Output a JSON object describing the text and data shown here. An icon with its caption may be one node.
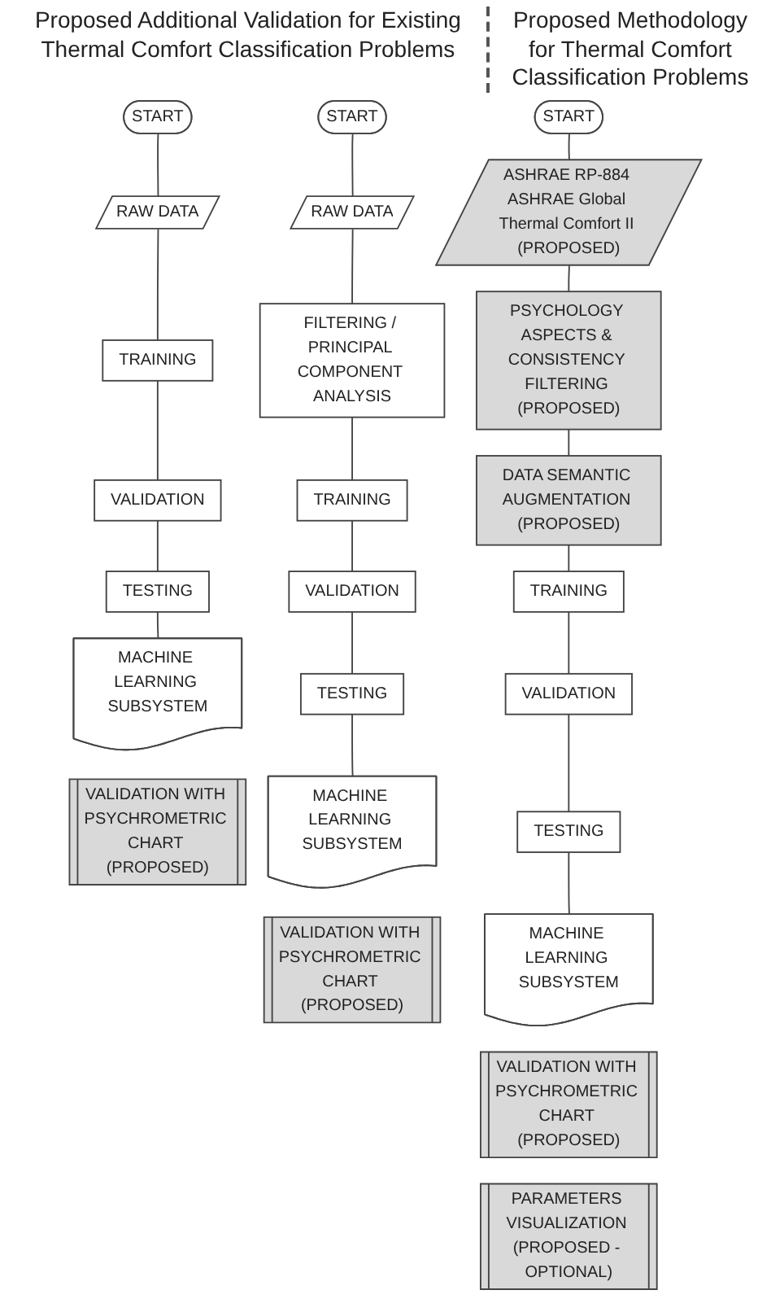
{
  "diagram": {
    "nodes": [
      {
        "text": [
          "START"
        ]
      },
      {
        "text": [
          "RAW DATA"
        ]
      },
      {
        "text": [
          "TRAINING"
        ]
      },
      {
        "text": [
          "VALIDATION"
        ]
      },
      {
        "text": [
          "TESTING"
        ]
      },
      {
        "text": [
          "MACHINE LEARNING SUBSYSTEM"
        ]
      },
      {
        "text": [
          "VALIDATION WITH PSYCHROMETRIC CHART (PROPOSED)"
        ]
      },
      {
        "text": [
          "START"
        ]
      },
      {
        "text": [
          "RAW DATA"
        ]
      },
      {
        "text": [
          "FILTERING / PRINCIPAL COMPONENT ANALYSIS"
        ]
      },
      {
        "text": [
          "TRAINING"
        ]
      },
      {
        "text": [
          "VALIDATION"
        ]
      },
      {
        "text": [
          "TESTING"
        ]
      },
      {
        "text": [
          "MACHINE LEARNING SUBSYSTEM"
        ]
      },
      {
        "text": [
          "VALIDATION WITH PSYCHROMETRIC CHART (PROPOSED)"
        ]
      },
      {
        "text": [
          "START"
        ]
      },
      {
        "text": [
          "ASHRAE RP-884 ASHRAE Global Thermal Comfort II (PROPOSED)"
        ]
      },
      {
        "text": [
          "PSYCHOLOGY ASPECTS & CONSISTENCY FILTERING (PROPOSED)"
        ]
      },
      {
        "text": [
          "DATA SEMANTIC AUGMENTATION (PROPOSED)"
        ]
      },
      {
        "text": [
          "TRAINING"
        ]
      },
      {
        "text": [
          "VALIDATION"
        ]
      },
      {
        "text": [
          "TESTING"
        ]
      },
      {
        "text": [
          "MACHINE LEARNING SUBSYSTEM"
        ]
      },
      {
        "text": [
          "VALIDATION WITH PSYCHROMETRIC CHART (PROPOSED)"
        ]
      },
      {
        "text": [
          "PARAMETERS VISUALIZATION (PROPOSED - OPTIONAL)"
        ]
      }
    ],
    "edges": [
      {
        "from": 0,
        "to": 1,
        "arrow": "none"
      },
      {
        "from": 1,
        "to": 2,
        "arrow": "none"
      },
      {
        "from": 2,
        "to": 3,
        "arrow": "none"
      },
      {
        "from": 3,
        "to": 4,
        "arrow": "none"
      },
      {
        "from": 4,
        "to": 5,
        "arrow": "none"
      },
      {
        "from": 7,
        "to": 8,
        "arrow": "none"
      },
      {
        "from": 8,
        "to": 9,
        "arrow": "none"
      },
      {
        "from": 9,
        "to": 10,
        "arrow": "none"
      },
      {
        "from": 10,
        "to": 11,
        "arrow": "none"
      },
      {
        "from": 11,
        "to": 12,
        "arrow": "none"
      },
      {
        "from": 12,
        "to": 13,
        "arrow": "none"
      },
      {
        "from": 15,
        "to": 16,
        "arrow": "none"
      },
      {
        "from": 16,
        "to": 17,
        "arrow": "none"
      },
      {
        "from": 17,
        "to": 18,
        "arrow": "none"
      },
      {
        "from": 18,
        "to": 19,
        "arrow": "none"
      },
      {
        "from": 19,
        "to": 20,
        "arrow": "none"
      },
      {
        "from": 20,
        "to": 21,
        "arrow": "none"
      },
      {
        "from": 21,
        "to": 22,
        "arrow": "none"
      }
    ],
    "labels": [
      "Proposed Additional Validation for Existing Thermal Comfort Classification Problems",
      "Proposed Methodology for Thermal Comfort Classification Problems"
    ]
  }
}
